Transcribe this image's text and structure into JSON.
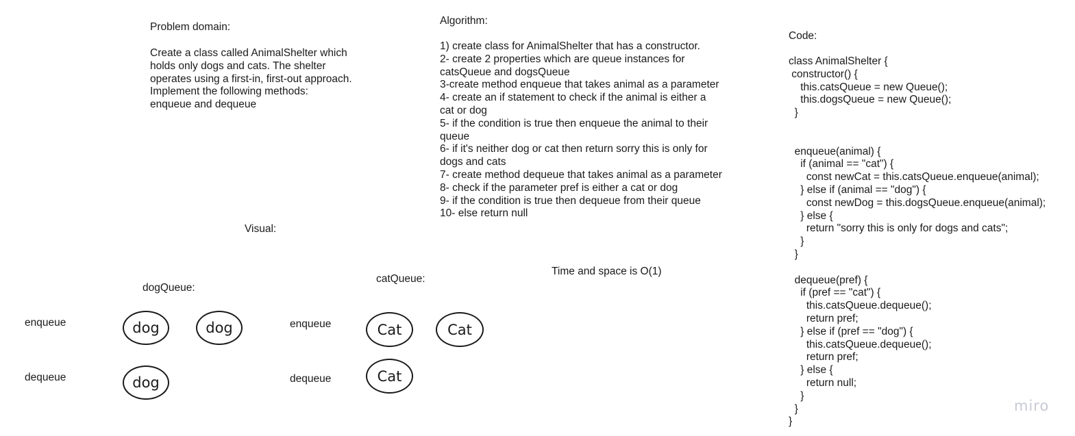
{
  "problem": {
    "heading": "Problem domain:",
    "body": "Create a class called AnimalShelter which\nholds only dogs and cats. The shelter\noperates using a first-in, first-out approach.\nImplement the following methods:\nenqueue and dequeue"
  },
  "algorithm": {
    "heading": "Algorithm:",
    "steps": [
      "1) create class for AnimalShelter that has a constructor.",
      "2- create 2 properties which are queue instances for\ncatsQueue and dogsQueue",
      "3-create method enqueue that takes animal as a parameter",
      "4- create an if statement to check if the animal is either a\ncat or dog",
      "5- if the condition is true then enqueue the animal to their\nqueue",
      "6- if it's neither dog or cat then return sorry this is only for\ndogs and cats",
      "7- create method dequeue that takes animal as a parameter",
      "8- check if the parameter pref is either a cat or dog",
      "9- if the condition is true then dequeue from their queue",
      "10- else return null"
    ]
  },
  "code": {
    "heading": "Code:",
    "lines": [
      "class AnimalShelter {",
      " constructor() {",
      "    this.catsQueue = new Queue();",
      "    this.dogsQueue = new Queue();",
      "  }",
      "",
      "",
      "  enqueue(animal) {",
      "    if (animal == \"cat\") {",
      "      const newCat = this.catsQueue.enqueue(animal);",
      "    } else if (animal == \"dog\") {",
      "      const newDog = this.dogsQueue.enqueue(animal);",
      "    } else {",
      "      return \"sorry this is only for dogs and cats\";",
      "    }",
      "  }",
      "",
      "  dequeue(pref) {",
      "    if (pref == \"cat\") {",
      "      this.catsQueue.dequeue();",
      "      return pref;",
      "    } else if (pref == \"dog\") {",
      "      this.catsQueue.dequeue();",
      "      return pref;",
      "    } else {",
      "      return null;",
      "    }",
      "  }",
      "}"
    ]
  },
  "visual": {
    "heading": "Visual:",
    "complexity": "Time and space is O(1)",
    "dog_queue": {
      "title": "dogQueue:",
      "enqueue_label": "enqueue",
      "dequeue_label": "dequeue",
      "enqueue_nodes": [
        "dog",
        "dog"
      ],
      "dequeue_nodes": [
        "dog"
      ]
    },
    "cat_queue": {
      "title": "catQueue:",
      "enqueue_label": "enqueue",
      "dequeue_label": "dequeue",
      "enqueue_nodes": [
        "Cat",
        "Cat"
      ],
      "dequeue_nodes": [
        "Cat"
      ]
    }
  },
  "watermark": "miro"
}
